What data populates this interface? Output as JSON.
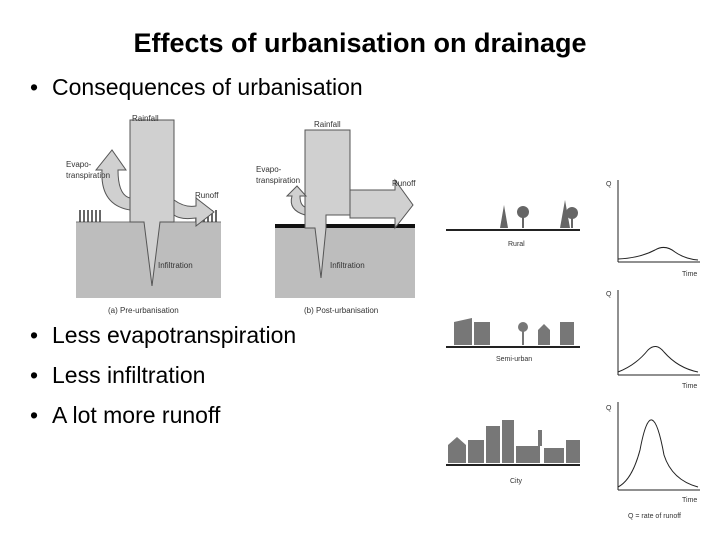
{
  "title": "Effects of urbanisation on drainage",
  "subheading": "Consequences of urbanisation",
  "bullets": [
    "Less evapotranspiration",
    "Less infiltration",
    "A lot more runoff"
  ],
  "diagram": {
    "rainfall": "Rainfall",
    "evapo": [
      "Evapo-",
      "transpiration"
    ],
    "runoff": "Runoff",
    "infiltration": "Infiltration",
    "caption_a": "(a) Pre-urbanisation",
    "caption_b": "(b) Post-urbanisation"
  },
  "hydrographs": {
    "rural": "Rural",
    "semi_urban": "Semi-urban",
    "city": "City",
    "y_axis": "Q",
    "x_axis": "Time",
    "note": "Q = rate of runoff"
  }
}
